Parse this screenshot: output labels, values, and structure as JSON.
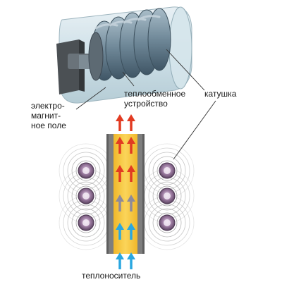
{
  "labels": {
    "electromagnetic_field": "электро-\nмагнит-\nное поле",
    "heat_exchanger": "теплообменное\nустройство",
    "coil": "катушка",
    "coolant": "теплоноситель"
  },
  "colors": {
    "housing": "#c9dde6",
    "coil": "#7f98a8",
    "coil_dark": "#4f6877",
    "bracket": "#5a5f63",
    "tube_fill": "#f5c63a",
    "tube_wall": "#8a8a8a",
    "field_ring": "#9a9a9a",
    "coil_section": "#8a6a8f",
    "arrow_hot": "#e23b22",
    "arrow_mid": "#8e8a9a",
    "arrow_cold": "#2aa7e0",
    "leader": "#333333"
  }
}
